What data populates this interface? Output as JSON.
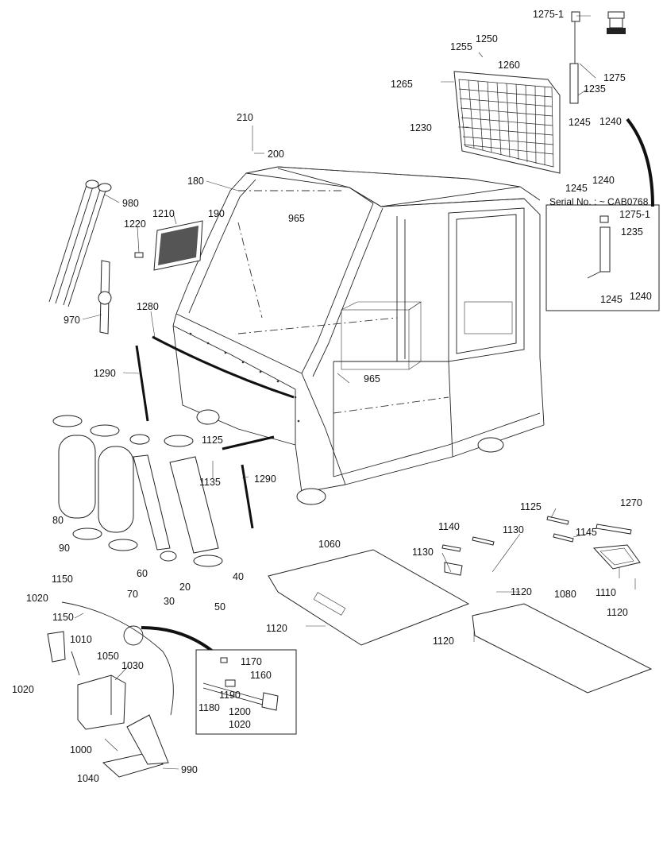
{
  "serial_note": "Serial No. : ~ CAB0768",
  "callouts": [
    "1275-1",
    "1275",
    "1250",
    "1255",
    "1260",
    "1265",
    "1235",
    "1245",
    "1240",
    "1230",
    "1245",
    "1240",
    "210",
    "200",
    "180",
    "190",
    "965",
    "980",
    "1210",
    "1220",
    "970",
    "1280",
    "1290",
    "965",
    "1125",
    "1135",
    "1290",
    "1275-1",
    "1235",
    "1245",
    "1240",
    "1270",
    "80",
    "90",
    "60",
    "70",
    "20",
    "30",
    "40",
    "50",
    "1060",
    "1140",
    "1125",
    "1130",
    "1145",
    "1130",
    "1110",
    "1120",
    "1120",
    "1120",
    "1080",
    "1120",
    "1150",
    "1020",
    "1150",
    "1010",
    "1050",
    "1030",
    "1020",
    "1170",
    "1160",
    "1180",
    "1190",
    "1200",
    "1020",
    "1000",
    "1040",
    "990"
  ]
}
